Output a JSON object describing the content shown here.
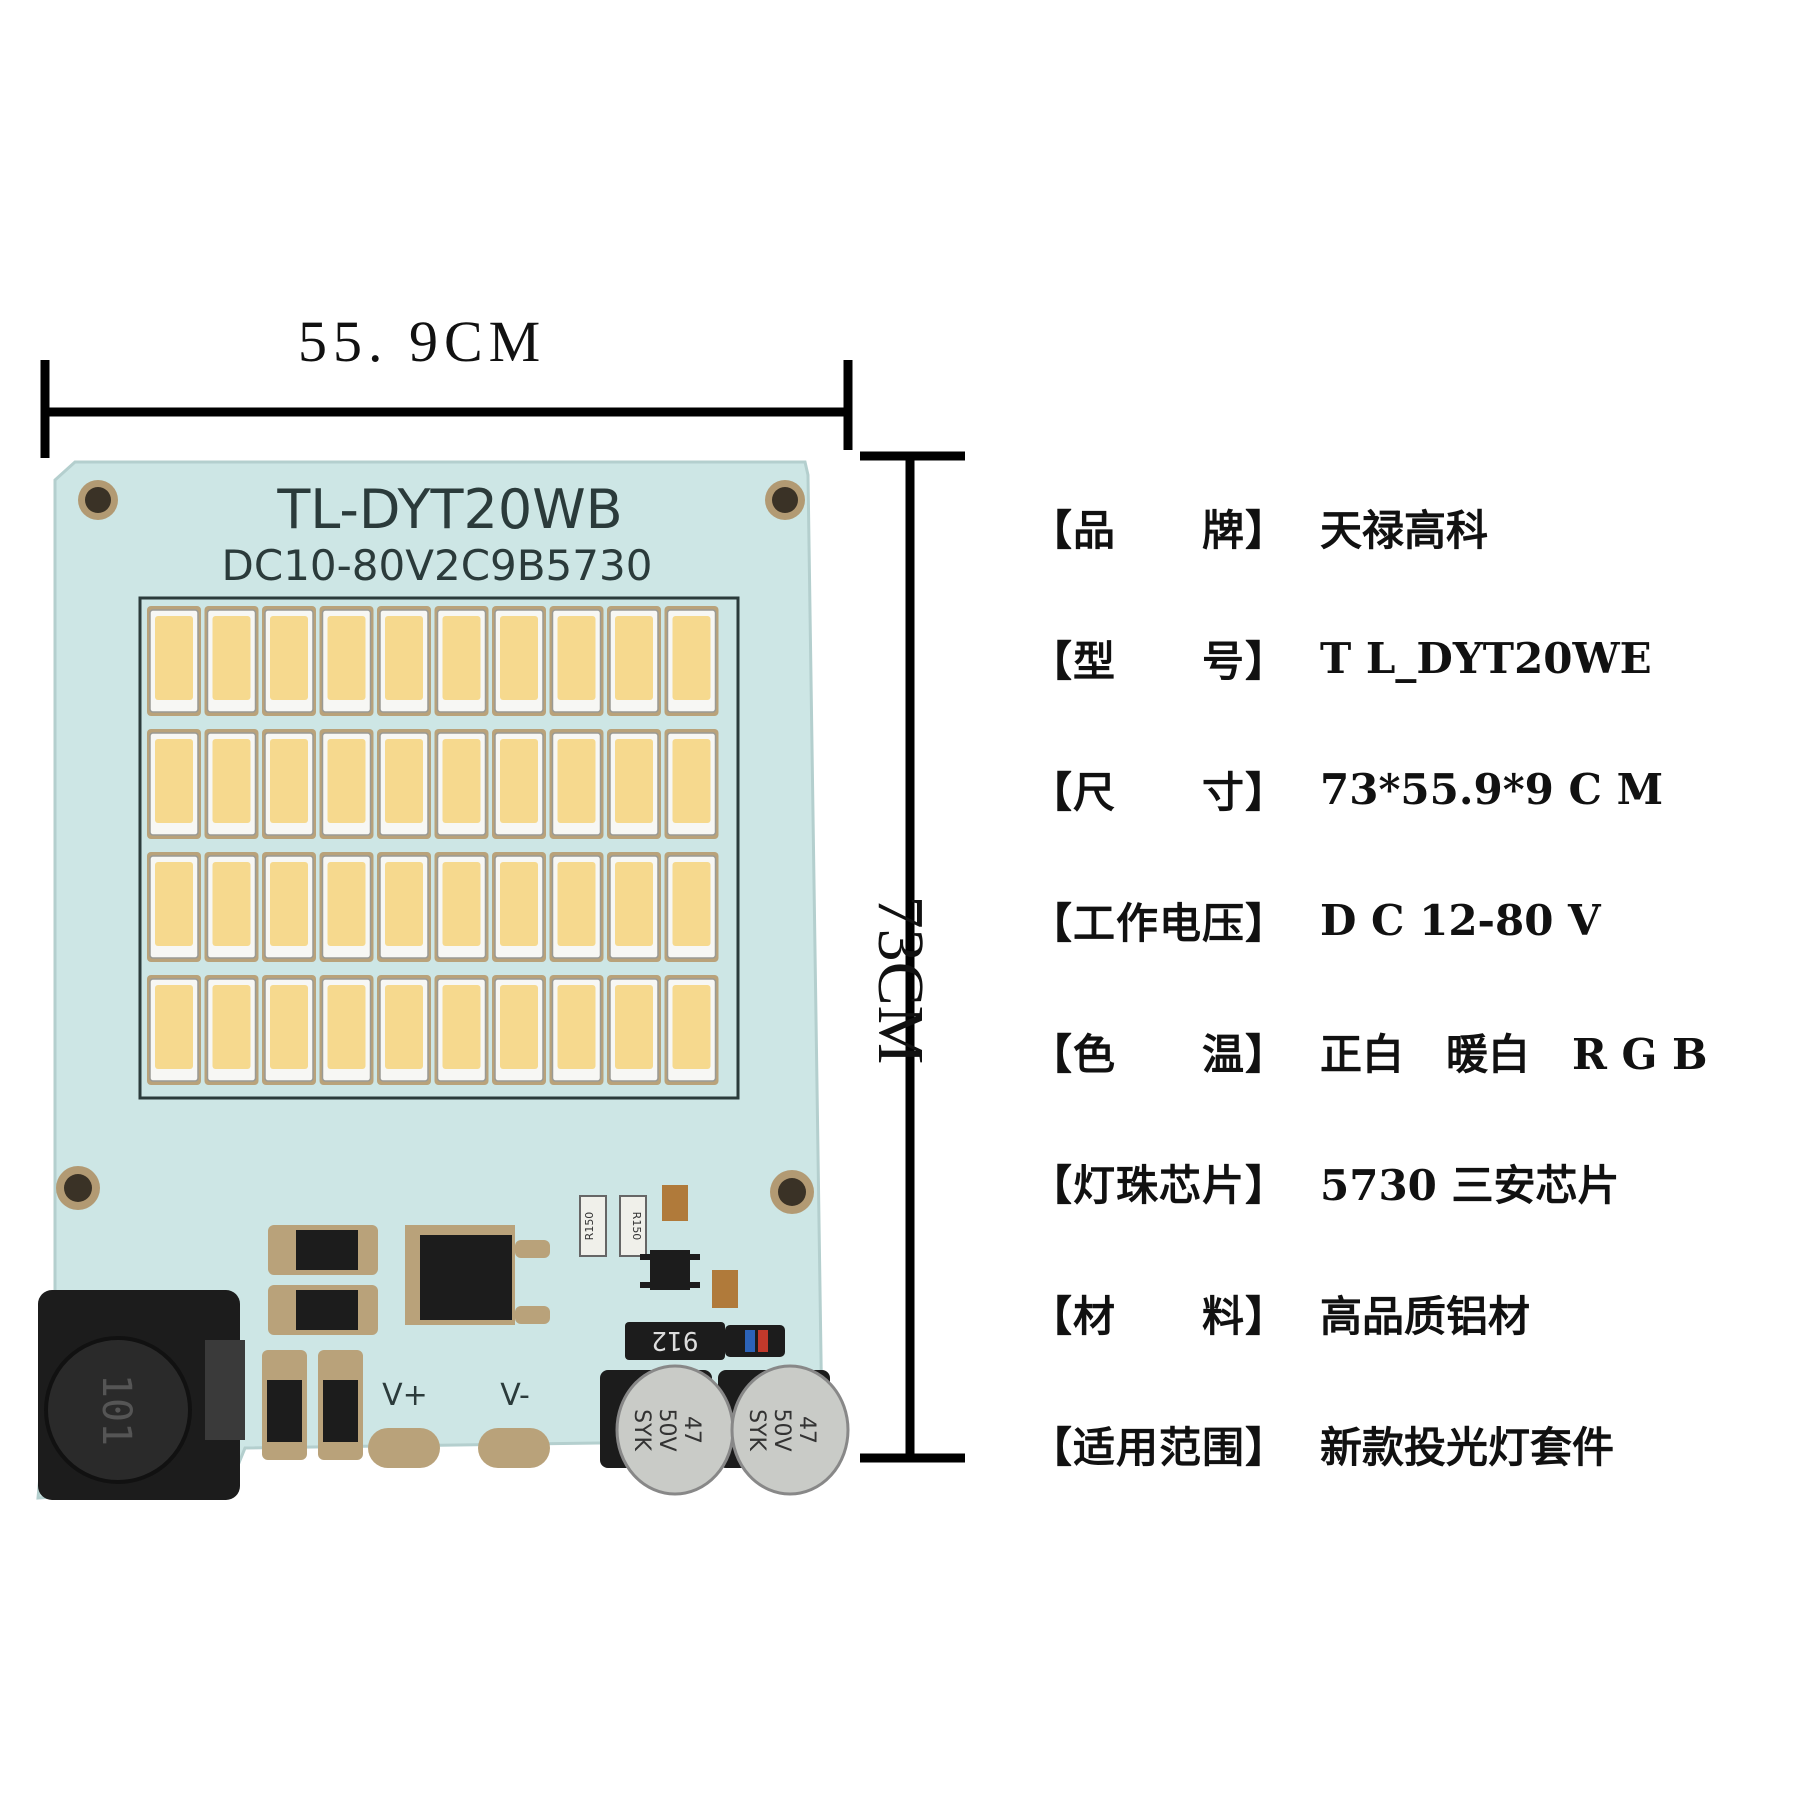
{
  "dimensions": {
    "width": "55. 9CM",
    "height": "73CM"
  },
  "pcb": {
    "model_silkscreen": "TL-DYT20WB",
    "spec_silkscreen": "DC10-80V2C9B5730",
    "terminal_positive": "V+",
    "terminal_negative": "V-",
    "inductor_marking": "101",
    "resistor_1": "R150",
    "resistor_2": "R150",
    "chip_marking": "912",
    "capacitor_marking_1": "47",
    "capacitor_marking_2": "50V",
    "capacitor_brand": "SYK",
    "led_rows": 4,
    "led_columns": 10,
    "colors": {
      "board": "#cde6e5",
      "led_core": "#f6d98e",
      "led_frame": "#f7f7f4",
      "copper": "#b9a27a",
      "component_black": "#1c1c1c"
    }
  },
  "specs": [
    {
      "key": "【品　　牌】",
      "value": "天禄高科"
    },
    {
      "key": "【型　　号】",
      "value": "T L_DYT20WE"
    },
    {
      "key": "【尺　　寸】",
      "value": "73*55.9*9 C M"
    },
    {
      "key": "【工作电压】",
      "value": "D C 12-80 V"
    },
    {
      "key": "【色　　温】",
      "value": "正白　暖白　R G B"
    },
    {
      "key": "【灯珠芯片】",
      "value": "5730 三安芯片"
    },
    {
      "key": "【材　　料】",
      "value": "高品质铝材"
    },
    {
      "key": "【适用范围】",
      "value": "新款投光灯套件"
    }
  ]
}
